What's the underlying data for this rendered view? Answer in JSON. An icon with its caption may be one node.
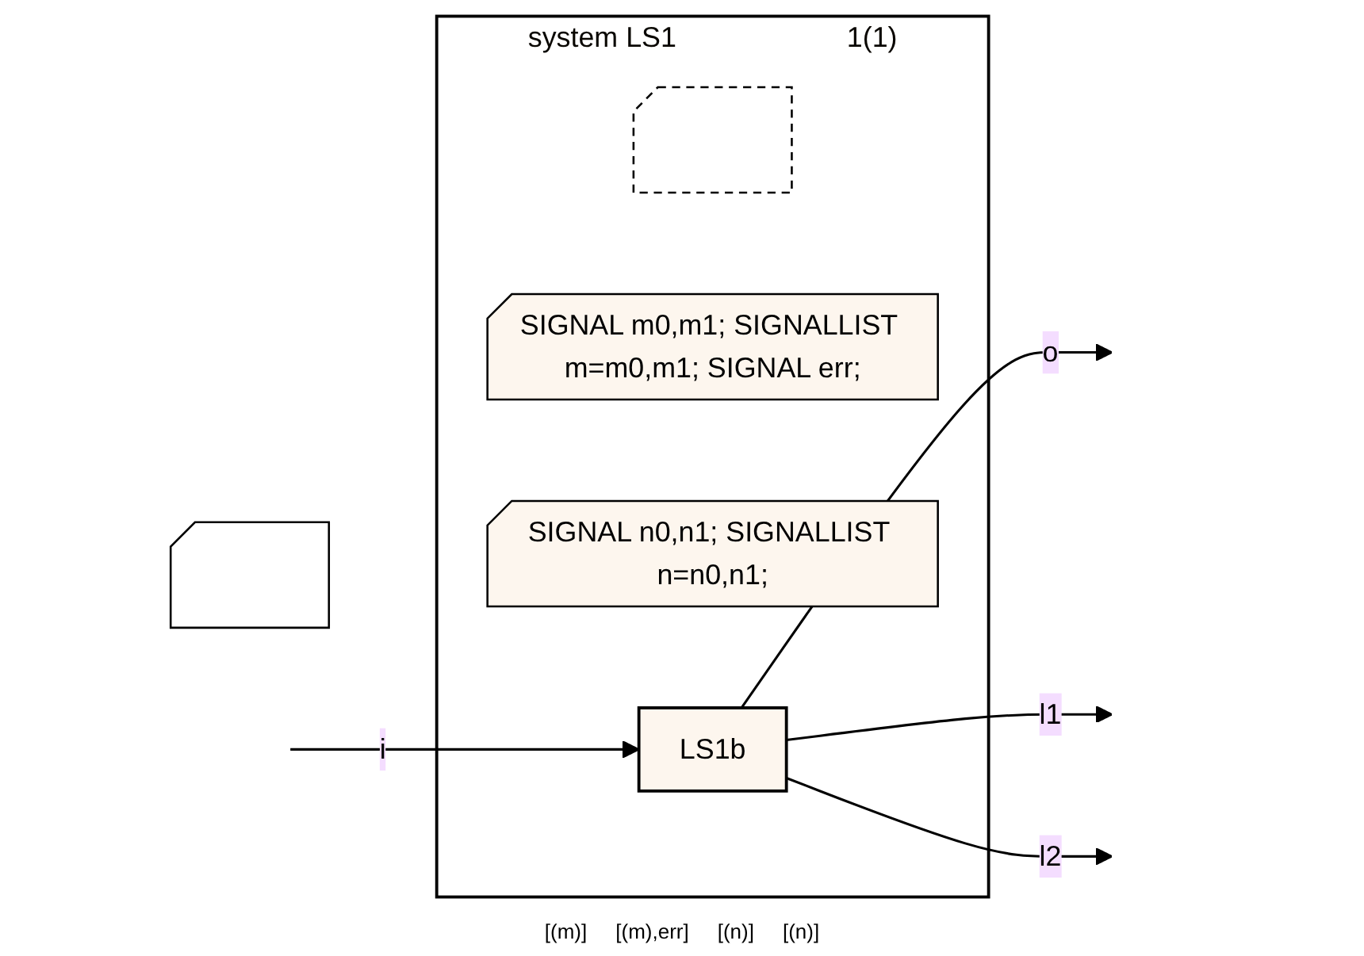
{
  "diagram": {
    "nodes": [
      {
        "text": [],
        "shape": "note"
      },
      {
        "text": [
          "system LS1",
          "1(1)"
        ]
      },
      {
        "text": [],
        "shape": "note",
        "in": 1
      },
      {
        "text": [
          "SIGNAL m0,m1; SIGNALLIST m=m0,m1; SIGNAL err;"
        ],
        "in": 1
      },
      {
        "text": [
          "SIGNAL n0,n1; SIGNALLIST n=n0,n1;"
        ],
        "in": 1
      },
      {
        "text": [
          "LS1b"
        ],
        "in": 1
      }
    ],
    "edges": [
      {
        "from": null,
        "to": 5,
        "arrow": "to",
        "label": "i"
      },
      {
        "from": 5,
        "to": null,
        "arrow": "to",
        "label": "o"
      },
      {
        "from": 5,
        "to": null,
        "arrow": "to",
        "label": "l1"
      },
      {
        "from": 5,
        "to": null,
        "arrow": "to",
        "label": "l2"
      }
    ],
    "labels": [
      "[(m)]",
      "[(m),err]",
      "[(n)]",
      "[(n)]"
    ]
  }
}
